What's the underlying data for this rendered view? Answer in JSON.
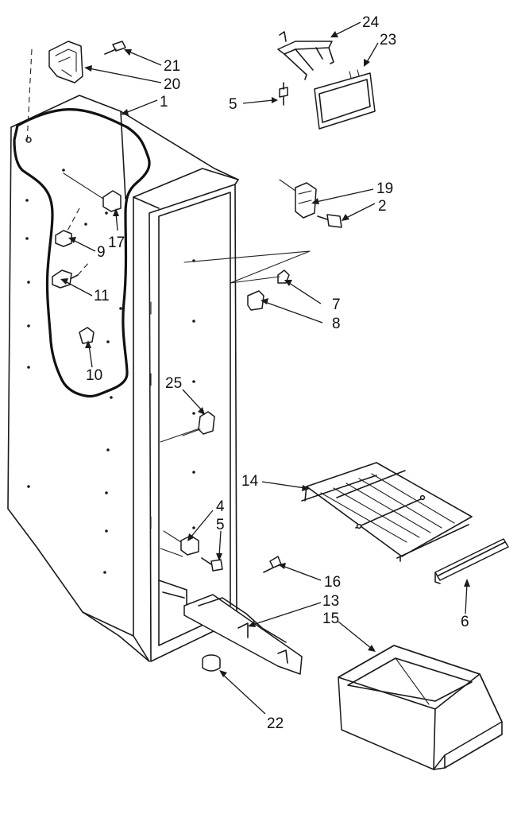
{
  "diagram": {
    "callouts": [
      {
        "id": "c21",
        "text": "21"
      },
      {
        "id": "c20",
        "text": "20"
      },
      {
        "id": "c1",
        "text": "1"
      },
      {
        "id": "c24",
        "text": "24"
      },
      {
        "id": "c23",
        "text": "23"
      },
      {
        "id": "c5a",
        "text": "5"
      },
      {
        "id": "c19",
        "text": "19"
      },
      {
        "id": "c2",
        "text": "2"
      },
      {
        "id": "c17",
        "text": "17"
      },
      {
        "id": "c9",
        "text": "9"
      },
      {
        "id": "c11",
        "text": "11"
      },
      {
        "id": "c7",
        "text": "7"
      },
      {
        "id": "c8",
        "text": "8"
      },
      {
        "id": "c10",
        "text": "10"
      },
      {
        "id": "c25",
        "text": "25"
      },
      {
        "id": "c14",
        "text": "14"
      },
      {
        "id": "c4",
        "text": "4"
      },
      {
        "id": "c5b",
        "text": "5"
      },
      {
        "id": "c16",
        "text": "16"
      },
      {
        "id": "c13",
        "text": "13"
      },
      {
        "id": "c15",
        "text": "15"
      },
      {
        "id": "c6",
        "text": "6"
      },
      {
        "id": "c22",
        "text": "22"
      }
    ]
  }
}
